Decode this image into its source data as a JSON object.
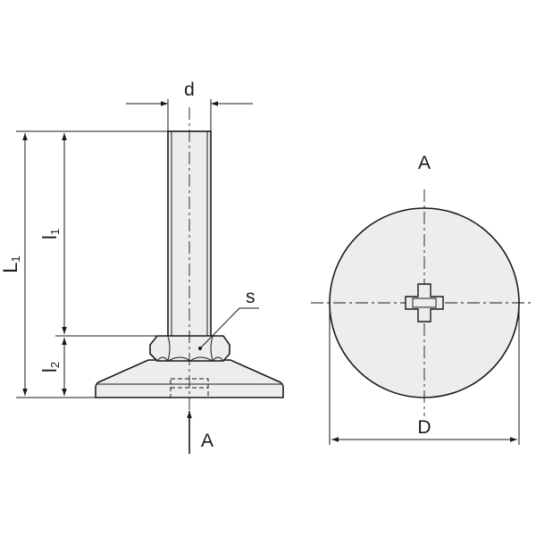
{
  "labels": {
    "d": "d",
    "L1": "L",
    "L1_sub": "1",
    "l1": "l",
    "l1_sub": "1",
    "l2": "l",
    "l2_sub": "2",
    "s": "s",
    "view_arrow": "A",
    "view_title": "A",
    "D": "D"
  },
  "colors": {
    "part_fill": "#ededed",
    "line": "#1a1a1a"
  }
}
